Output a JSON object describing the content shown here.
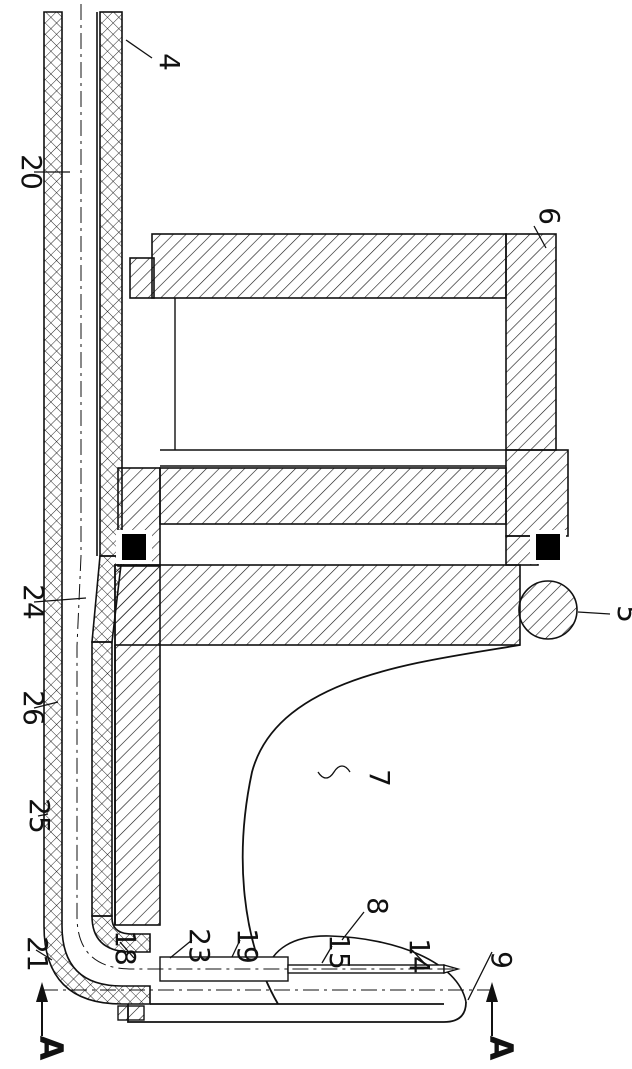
{
  "figure": {
    "kind": "patent-style sectional drawing",
    "colors": {
      "line": "#111111",
      "background": "#ffffff",
      "seal_fill": "#000000"
    },
    "reference_numerals": [
      "4",
      "20",
      "6",
      "24",
      "5",
      "26",
      "25",
      "7",
      "21",
      "18",
      "23",
      "19",
      "8",
      "15",
      "14",
      "9"
    ],
    "section_markers": [
      "A",
      "A"
    ]
  }
}
